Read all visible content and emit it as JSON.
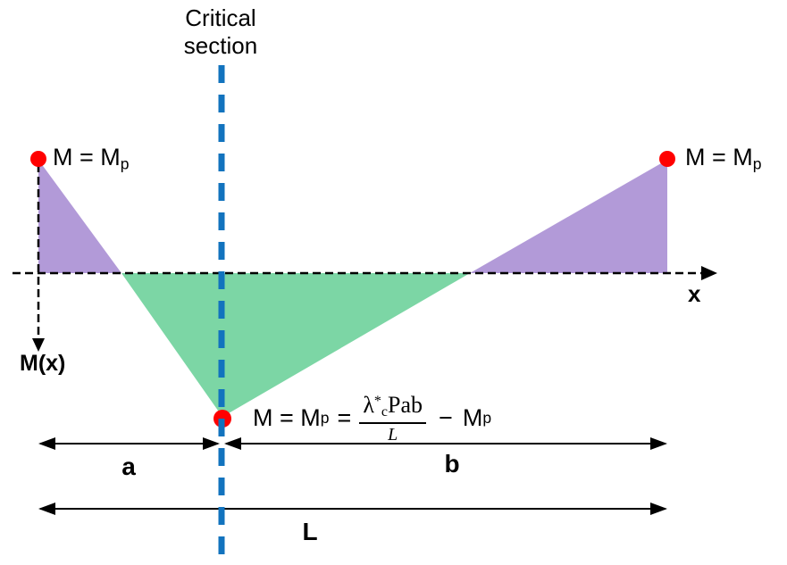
{
  "colors": {
    "hogging_fill": "#B29AD8",
    "sagging_fill": "#7CD6A5",
    "critical_line_blue": "#1273BE",
    "hinge_dot_red": "#FF0000",
    "ink": "#000000"
  },
  "title": {
    "line1": "Critical",
    "line2": "section"
  },
  "axes": {
    "x_label": "x",
    "moment_axis_label": "M(x)"
  },
  "hinge_labels": {
    "left": {
      "base": "M = M",
      "sub": "p"
    },
    "right": {
      "base": "M = M",
      "sub": "p"
    }
  },
  "formula": {
    "lhs_base": "M = M",
    "lhs_sub": "p",
    "equals": "=",
    "num_lambda": "λ",
    "num_sup": "*",
    "num_sub": "c",
    "num_tail": "Pab",
    "denominator": "L",
    "minus": "−",
    "rhs_base": "M",
    "rhs_sub": "p"
  },
  "dimensions": {
    "a": "a",
    "b": "b",
    "total": "L"
  }
}
